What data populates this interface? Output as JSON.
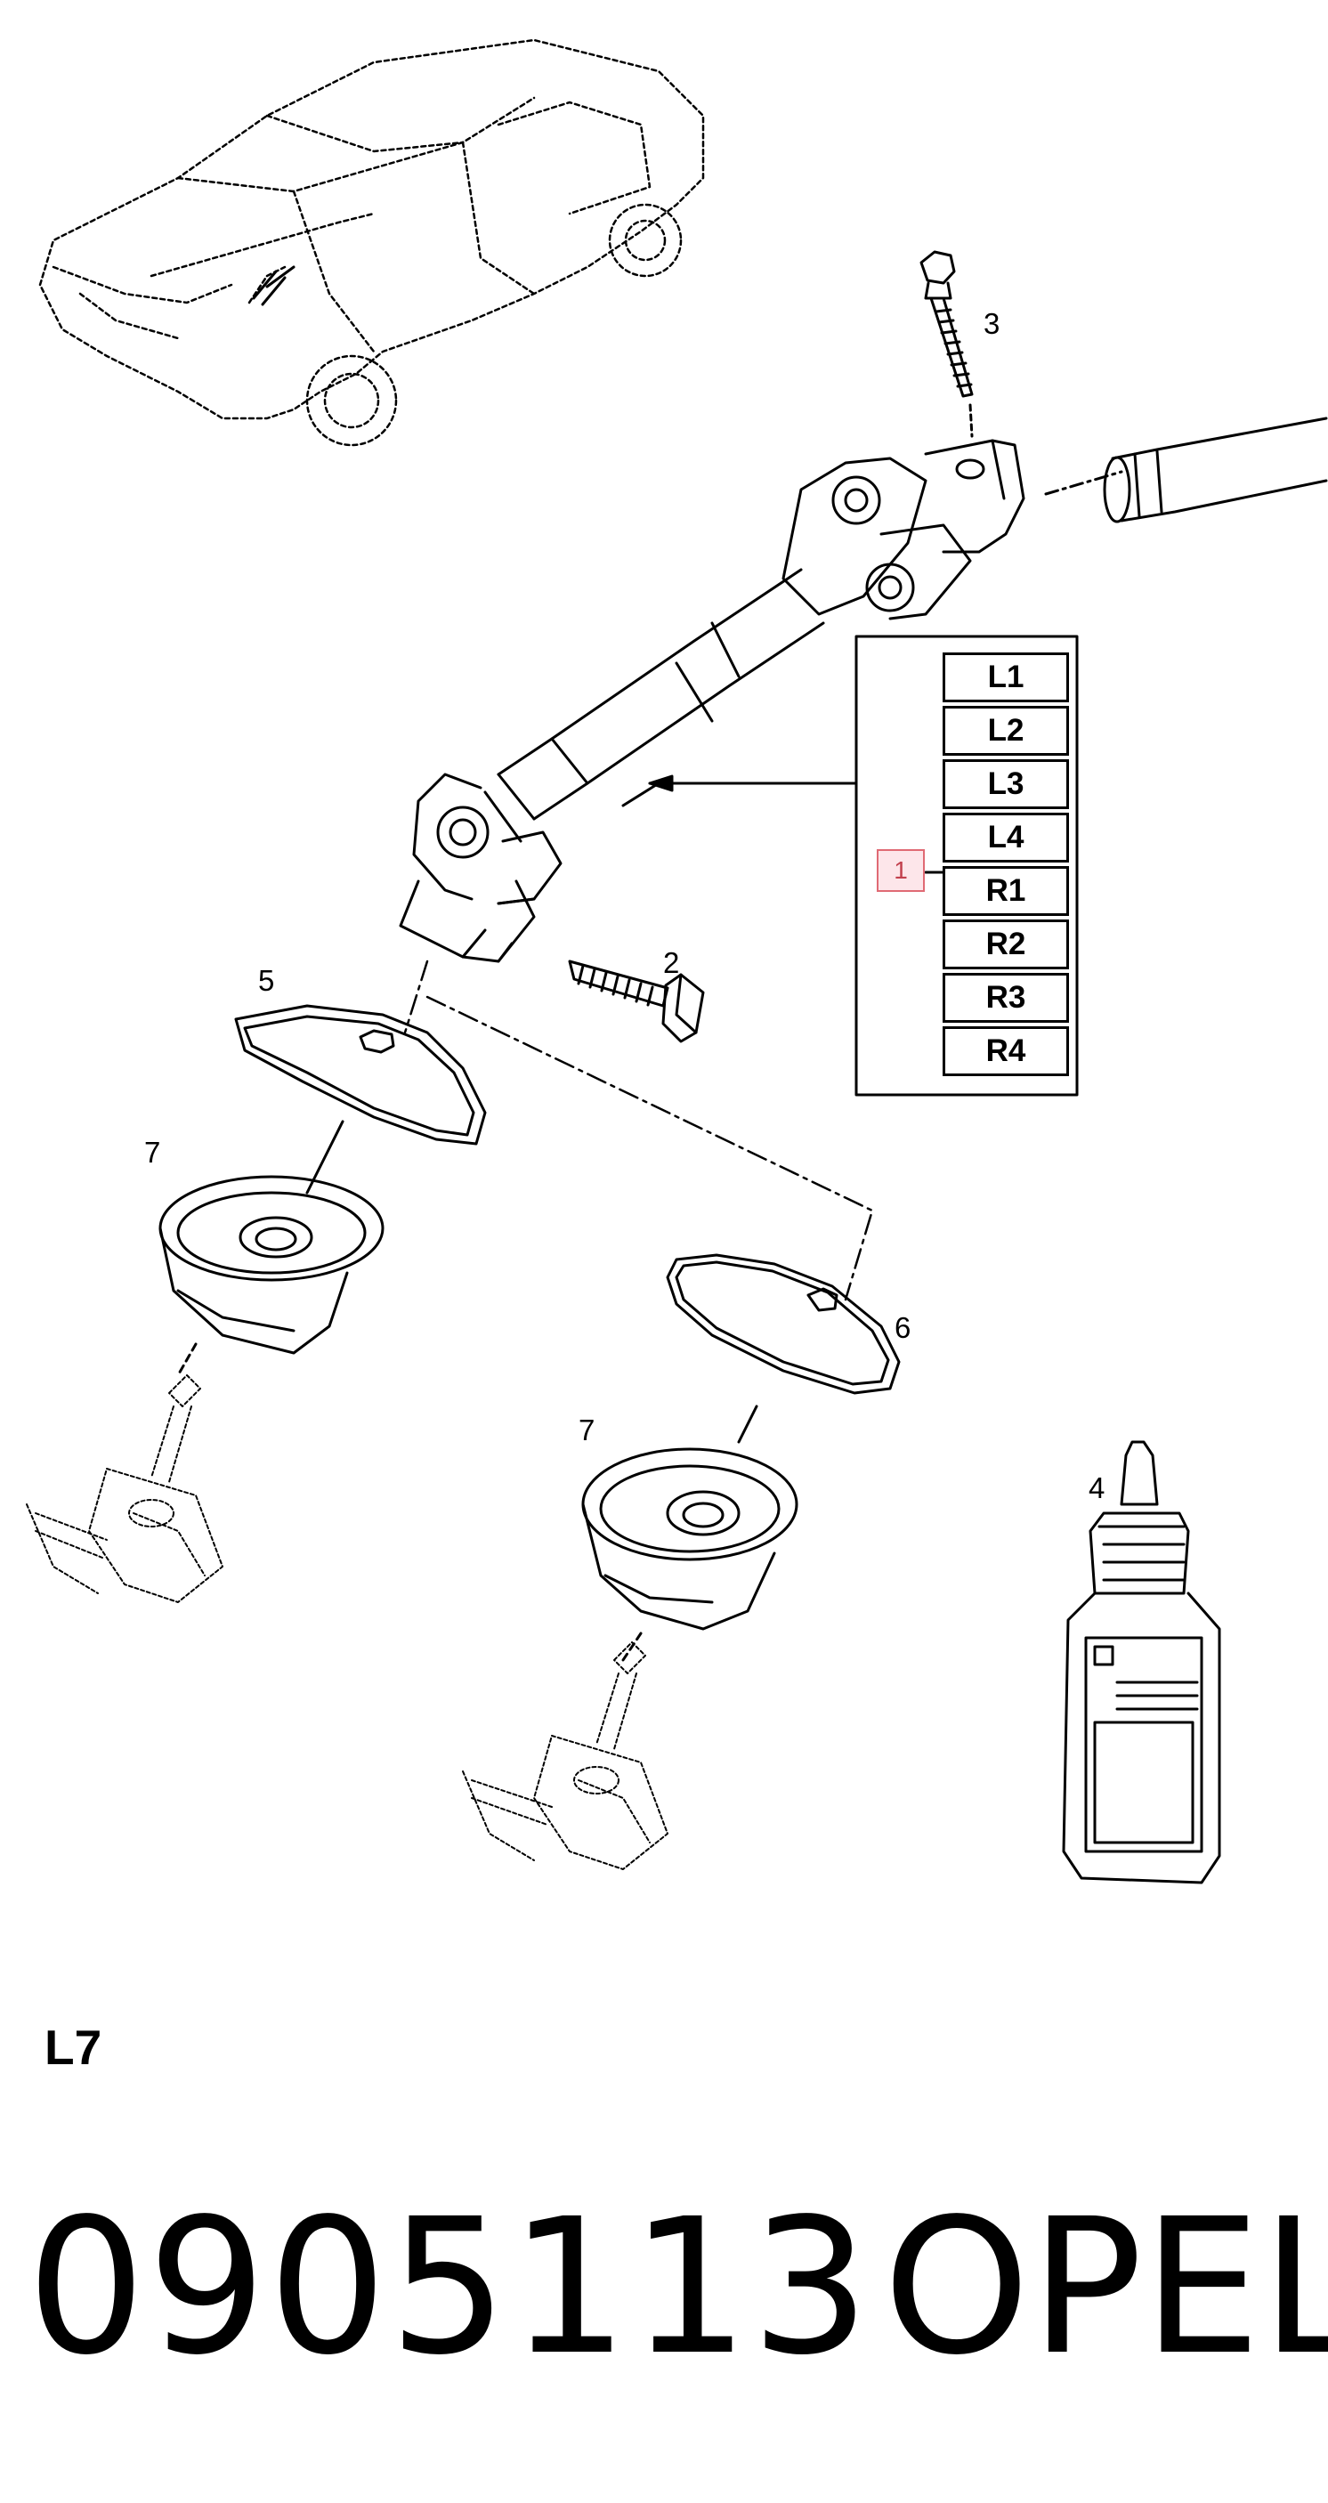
{
  "callouts": {
    "c1": "1",
    "c2": "2",
    "c3": "3",
    "c4": "4",
    "c5": "5",
    "c6": "6",
    "c7a": "7",
    "c7b": "7"
  },
  "legend": [
    "L1",
    "L2",
    "L3",
    "L4",
    "R1",
    "R2",
    "R3",
    "R4"
  ],
  "variant_code": "L7",
  "part_number": "0905113",
  "brand": "OPEL",
  "colors": {
    "highlight_fill": "#fde6ea",
    "highlight_border": "#e06a74"
  }
}
